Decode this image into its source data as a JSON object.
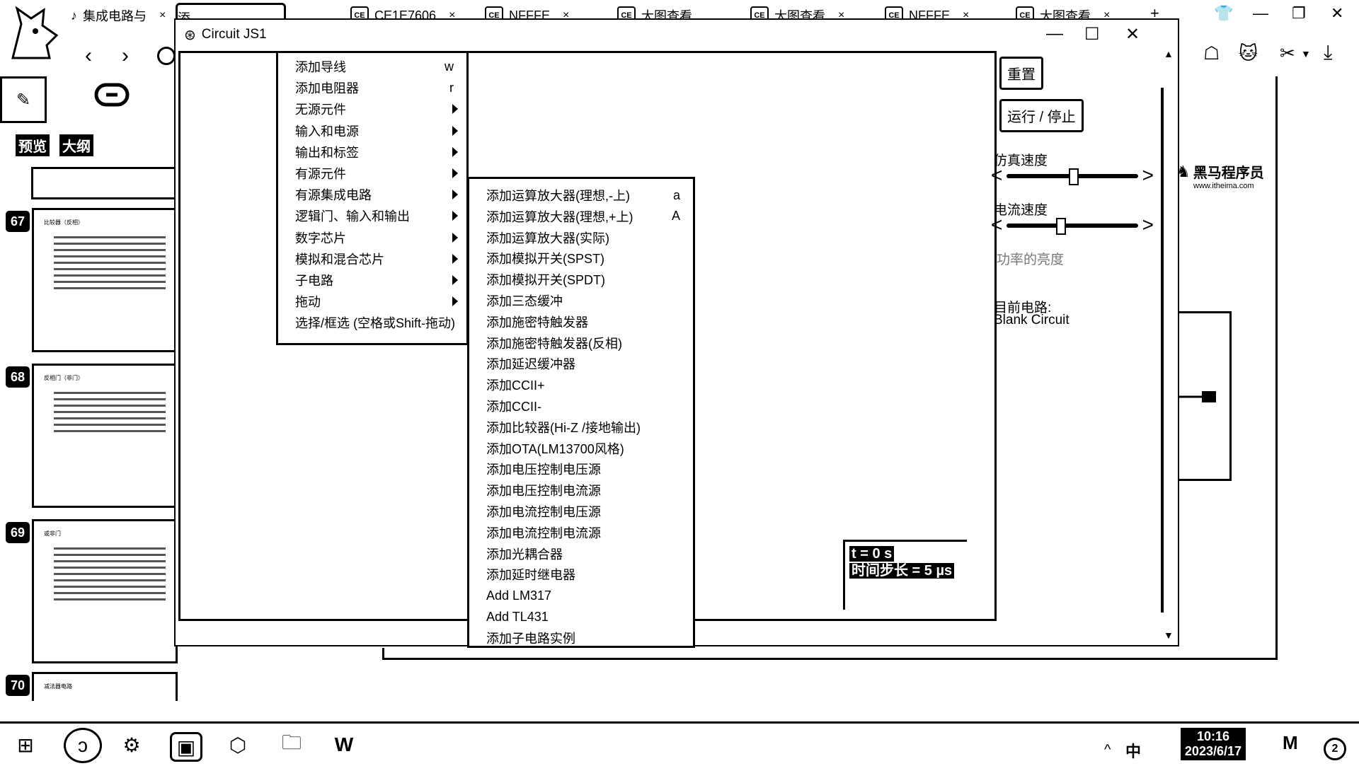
{
  "browser": {
    "tabs": [
      {
        "favicon": "music-icon",
        "label": "集成电路与"
      },
      {
        "favicon": "",
        "label": "添..."
      },
      {
        "favicon": "CE",
        "label": "CE1E7606"
      },
      {
        "favicon": "CE",
        "label": "NFFFE"
      },
      {
        "favicon": "CE",
        "label": "大图查看"
      },
      {
        "favicon": "CE",
        "label": "大图查看"
      },
      {
        "favicon": "CE",
        "label": "NFFFE"
      },
      {
        "favicon": "CE",
        "label": "大图查看"
      }
    ],
    "new_tab_glyph": "+"
  },
  "slides_panel": {
    "tab_preview": "预览",
    "tab_outline": "大纲",
    "slides": [
      {
        "number": "67",
        "title": "比较器（反相）"
      },
      {
        "number": "68",
        "title": "反相门（非门）"
      },
      {
        "number": "69",
        "title": "或非门"
      },
      {
        "number": "70",
        "title": "减法器电路"
      }
    ]
  },
  "circuit_window": {
    "title": "Circuit JS1",
    "reset_button": "重置",
    "run_stop_button": "运行 / 停止",
    "sim_speed_label": "仿真速度",
    "sim_speed_value": 0.5,
    "current_speed_label": "电流速度",
    "current_speed_value": 0.4,
    "brightness_label": "功率的亮度",
    "current_circuit_label": "目前电路:",
    "current_circuit_value": "Blank Circuit",
    "time_text": "t = 0 s",
    "timestep_text": "时间步长 = 5 µs",
    "brand_text": "黑马程序员",
    "brand_url": "www.itheima.com"
  },
  "main_menu": [
    {
      "label": "添加导线",
      "key": "w",
      "submenu": false
    },
    {
      "label": "添加电阻器",
      "key": "r",
      "submenu": false
    },
    {
      "label": "无源元件",
      "key": "",
      "submenu": true
    },
    {
      "label": "输入和电源",
      "key": "",
      "submenu": true
    },
    {
      "label": "输出和标签",
      "key": "",
      "submenu": true
    },
    {
      "label": "有源元件",
      "key": "",
      "submenu": true
    },
    {
      "label": "有源集成电路",
      "key": "",
      "submenu": true
    },
    {
      "label": "逻辑门、输入和输出",
      "key": "",
      "submenu": true
    },
    {
      "label": "数字芯片",
      "key": "",
      "submenu": true
    },
    {
      "label": "模拟和混合芯片",
      "key": "",
      "submenu": true
    },
    {
      "label": "子电路",
      "key": "",
      "submenu": true
    },
    {
      "label": "拖动",
      "key": "",
      "submenu": true
    },
    {
      "label": "选择/框选 (空格或Shift-拖动)",
      "key": "",
      "submenu": false
    }
  ],
  "sub_menu": [
    {
      "label": "添加运算放大器(理想,-上)",
      "key": "a"
    },
    {
      "label": "添加运算放大器(理想,+上)",
      "key": "A"
    },
    {
      "label": "添加运算放大器(实际)",
      "key": ""
    },
    {
      "label": "添加模拟开关(SPST)",
      "key": ""
    },
    {
      "label": "添加模拟开关(SPDT)",
      "key": ""
    },
    {
      "label": "添加三态缓冲",
      "key": ""
    },
    {
      "label": "添加施密特触发器",
      "key": ""
    },
    {
      "label": "添加施密特触发器(反相)",
      "key": ""
    },
    {
      "label": "添加延迟缓冲器",
      "key": ""
    },
    {
      "label": "添加CCII+",
      "key": ""
    },
    {
      "label": "添加CCII-",
      "key": ""
    },
    {
      "label": "添加比较器(Hi-Z /接地输出)",
      "key": ""
    },
    {
      "label": "添加OTA(LM13700风格)",
      "key": ""
    },
    {
      "label": "添加电压控制电压源",
      "key": ""
    },
    {
      "label": "添加电压控制电流源",
      "key": ""
    },
    {
      "label": "添加电流控制电压源",
      "key": ""
    },
    {
      "label": "添加电流控制电流源",
      "key": ""
    },
    {
      "label": "添加光耦合器",
      "key": ""
    },
    {
      "label": "添加延时继电器",
      "key": ""
    },
    {
      "label": "Add LM317",
      "key": ""
    },
    {
      "label": "Add TL431",
      "key": ""
    },
    {
      "label": "添加子电路实例",
      "key": ""
    }
  ],
  "taskbar": {
    "clock_time": "10:16",
    "clock_date": "2023/6/17",
    "ime": "中",
    "notif_count": "2"
  }
}
